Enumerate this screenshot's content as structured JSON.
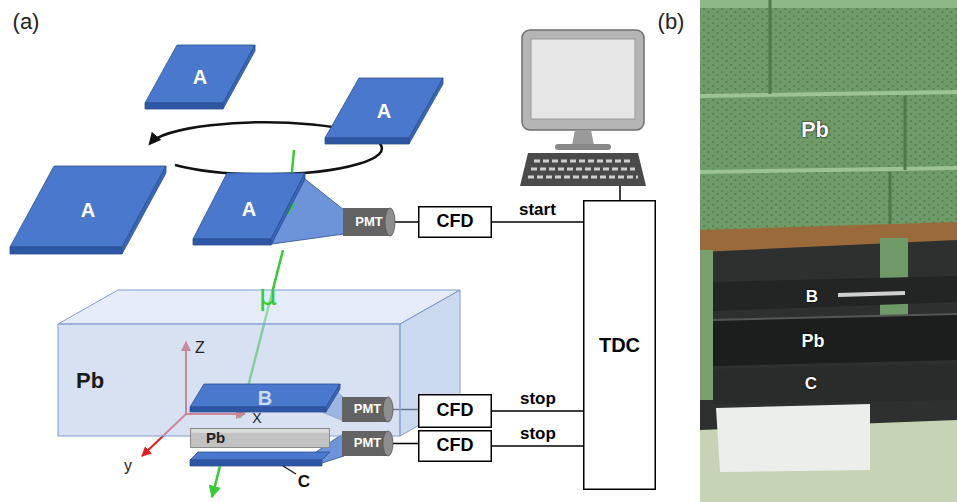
{
  "diagram": {
    "nodes": [
      {
        "text": [
          "A"
        ]
      },
      {
        "text": [
          "A"
        ]
      },
      {
        "text": [
          "A"
        ]
      },
      {
        "text": [
          "A"
        ]
      },
      {
        "text": [
          "PMT"
        ]
      },
      {
        "text": [
          "CFD"
        ]
      },
      {
        "text": [
          "TDC"
        ]
      },
      {
        "text": [
          "Pb"
        ]
      },
      {
        "text": [
          "B"
        ]
      },
      {
        "text": [
          "PMT"
        ]
      },
      {
        "text": [
          "CFD"
        ]
      },
      {
        "text": [
          "Pb"
        ]
      },
      {
        "text": [
          "PMT"
        ]
      },
      {
        "text": [
          "CFD"
        ]
      }
    ],
    "edges": [
      {
        "from": 4,
        "to": 5,
        "arrow": "none"
      },
      {
        "from": 5,
        "to": 6,
        "label": "start",
        "arrow": "none"
      },
      {
        "from": 9,
        "to": 10,
        "arrow": "none"
      },
      {
        "from": 10,
        "to": 6,
        "label": "stop",
        "arrow": "none"
      },
      {
        "from": 12,
        "to": 13,
        "arrow": "none"
      },
      {
        "from": 13,
        "to": 6,
        "label": "stop",
        "arrow": "none"
      }
    ],
    "labels": [
      "(a)",
      "(b)",
      "μ",
      "Z",
      "X",
      "y",
      "C",
      "Pb",
      "B",
      "Pb",
      "C"
    ]
  }
}
